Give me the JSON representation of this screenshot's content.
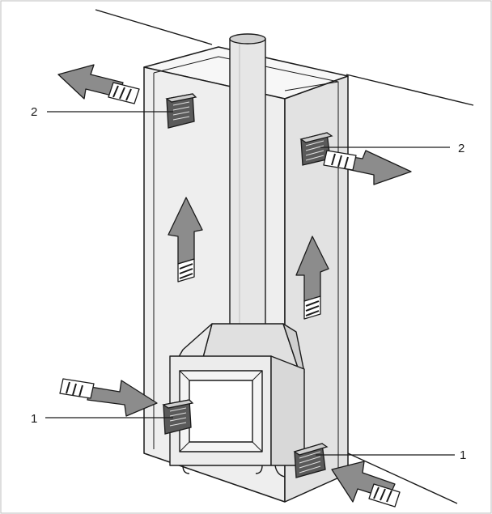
{
  "callouts": {
    "top_left": "2",
    "top_right": "2",
    "bottom_left": "1",
    "bottom_right": "1"
  },
  "colors": {
    "outline": "#1a1a1a",
    "panel_fill": "#ececec",
    "panel_light": "#f4f4f4",
    "arrow_fill": "#8c8c8c",
    "grille_fill": "#5a5a5a"
  }
}
